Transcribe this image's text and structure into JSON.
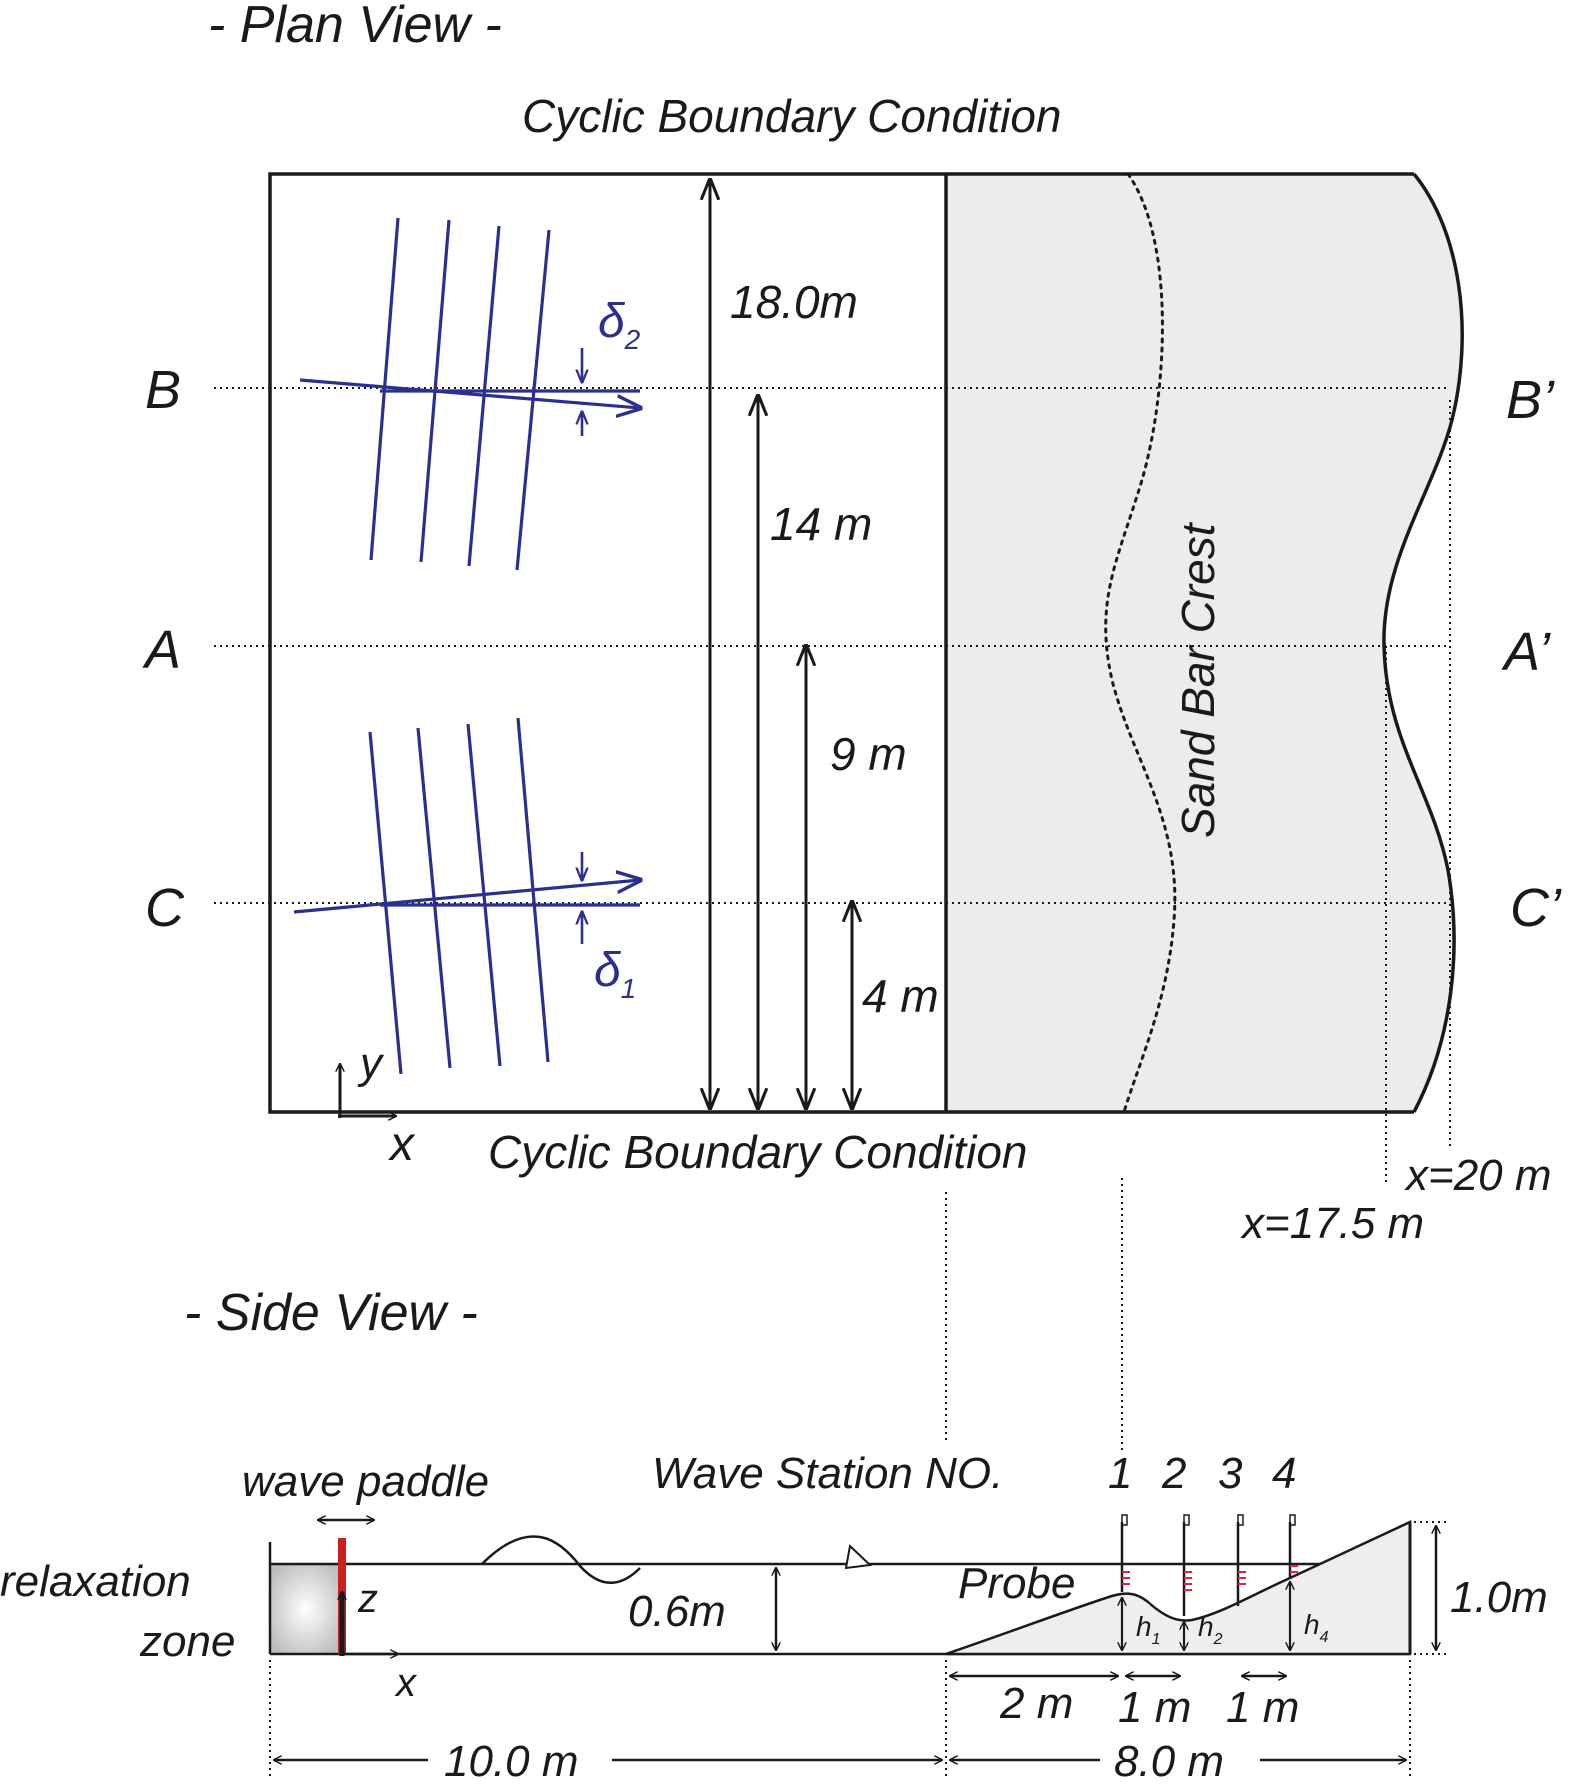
{
  "plan_view": {
    "heading": "- Plan View -",
    "boundary_top": "Cyclic Boundary Condition",
    "boundary_bottom": "Cyclic Boundary Condition",
    "sections": {
      "B": "B",
      "B_prime": "B’",
      "A": "A",
      "A_prime": "A’",
      "C": "C",
      "C_prime": "C’"
    },
    "delta_2": {
      "symbol": "δ",
      "sub": "2"
    },
    "delta_1": {
      "symbol": "δ",
      "sub": "1"
    },
    "dimensions": {
      "d18": "18.0m",
      "d14": "14 m",
      "d9": "9 m",
      "d4": "4 m"
    },
    "axis_x": "x",
    "axis_y": "y",
    "sand_bar_label": "Sand Bar Crest",
    "x20": "x=20 m",
    "x175": "x=17.5 m"
  },
  "side_view": {
    "heading": "- Side View -",
    "wave_paddle": "wave paddle",
    "relaxation_1": "relaxation",
    "relaxation_2": "zone",
    "axis_z": "z",
    "axis_x": "x",
    "depth": "0.6m",
    "probe": "Probe",
    "station_label": "Wave Station NO.",
    "stations": [
      "1",
      "2",
      "3",
      "4"
    ],
    "h1": {
      "symbol": "h",
      "sub": "1"
    },
    "h2": {
      "symbol": "h",
      "sub": "2"
    },
    "h4": {
      "symbol": "h",
      "sub": "4"
    },
    "height": "1.0m",
    "d2m": "2 m",
    "d1m_a": "1 m",
    "d1m_b": "1 m",
    "len10": "10.0 m",
    "len8": "8.0 m"
  },
  "colors": {
    "ink": "#1a1a1a",
    "wave_rays": "#2b2f8f",
    "sand": "#ececec",
    "paddle": "#cc1f1f",
    "probe_marks": "#e0204a"
  }
}
